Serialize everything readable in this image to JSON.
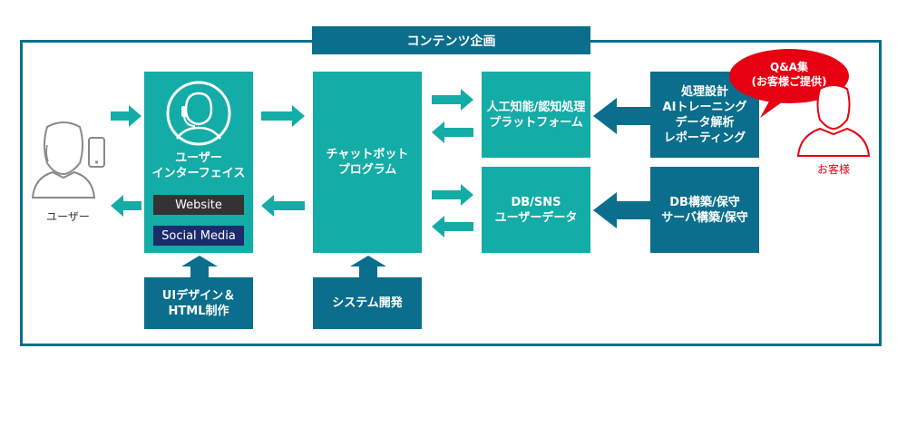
{
  "title": "コンテンツ企画",
  "user": {
    "label": "ユーザー"
  },
  "customer": {
    "label": "お客様",
    "bubble": [
      "Q&A集",
      "(お客様ご提供)"
    ]
  },
  "ui_box": {
    "lines": [
      "ユーザー",
      "インターフェイス"
    ],
    "badge_website": "Website",
    "badge_social": "Social Media"
  },
  "ui_design": {
    "lines": [
      "UIデザイン＆",
      "HTML制作"
    ]
  },
  "chatbot": {
    "lines": [
      "チャットボット",
      "プログラム"
    ]
  },
  "system_dev": {
    "label": "システム開発"
  },
  "ai_platform": {
    "lines": [
      "人工知能/認知処理",
      "プラットフォーム"
    ]
  },
  "db": {
    "lines": [
      "DB/SNS",
      "ユーザーデータ"
    ]
  },
  "processing": {
    "lines": [
      "処理設計",
      "AIトレーニング",
      "データ解析",
      "レポーティング"
    ]
  },
  "db_build": {
    "lines": [
      "DB構築/保守",
      "サーバ構築/保守"
    ]
  },
  "colors": {
    "teal": "#14aca6",
    "navy": "#0b6e8c",
    "red": "#e60012",
    "dark": "#333333",
    "dark_navy": "#1d2a6b"
  }
}
